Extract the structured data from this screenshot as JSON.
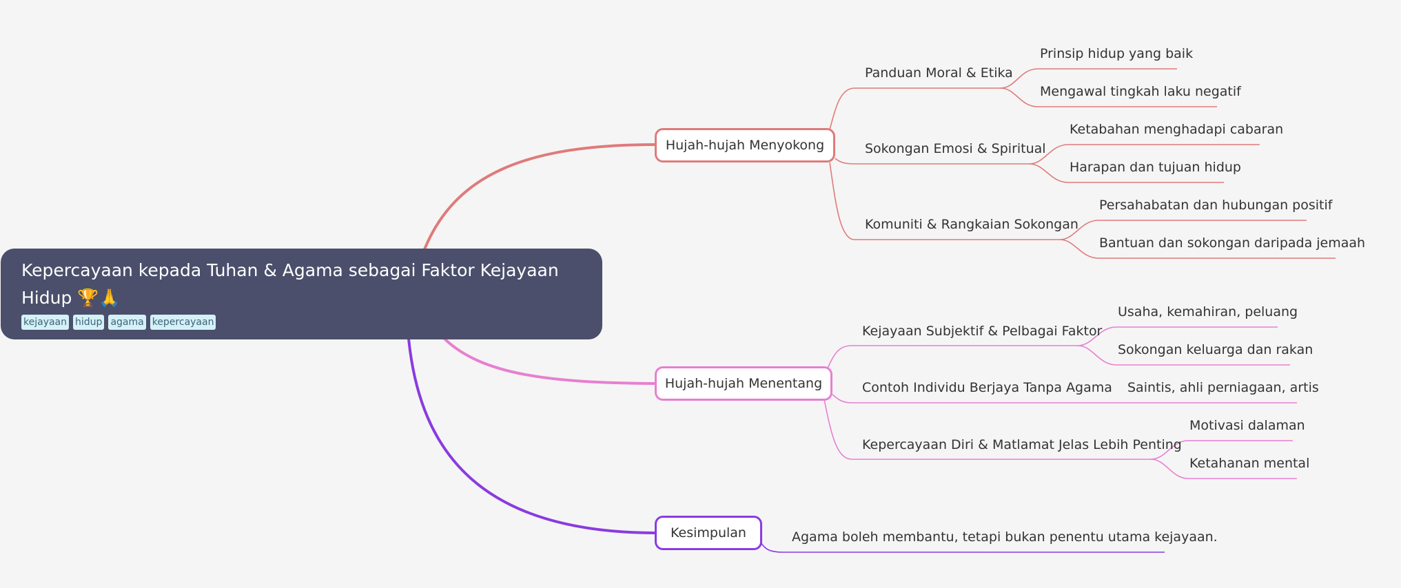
{
  "root": {
    "title": "Kepercayaan kepada Tuhan & Agama sebagai Faktor Kejayaan Hidup",
    "emoji": "🏆🙏",
    "tags": [
      "kejayaan",
      "hidup",
      "agama",
      "kepercayaan"
    ]
  },
  "colors": {
    "root": "#4b4f6b",
    "branch_support": "#e07a7a",
    "branch_against": "#e77fd0",
    "branch_conclusion": "#8a3be0"
  },
  "branches": [
    {
      "label": "Hujah-hujah Menyokong",
      "topics": [
        {
          "label": "Panduan Moral & Etika",
          "leaves": [
            "Prinsip hidup yang baik",
            "Mengawal tingkah laku negatif"
          ]
        },
        {
          "label": "Sokongan Emosi & Spiritual",
          "leaves": [
            "Ketabahan menghadapi cabaran",
            "Harapan dan tujuan hidup"
          ]
        },
        {
          "label": "Komuniti & Rangkaian Sokongan",
          "leaves": [
            "Persahabatan dan hubungan positif",
            "Bantuan dan sokongan daripada jemaah"
          ]
        }
      ]
    },
    {
      "label": "Hujah-hujah Menentang",
      "topics": [
        {
          "label": "Kejayaan Subjektif & Pelbagai Faktor",
          "leaves": [
            "Usaha, kemahiran, peluang",
            "Sokongan keluarga dan rakan"
          ]
        },
        {
          "label": "Contoh Individu Berjaya Tanpa Agama",
          "leaves": [
            "Saintis, ahli perniagaan, artis"
          ]
        },
        {
          "label": "Kepercayaan Diri & Matlamat Jelas Lebih Penting",
          "leaves": [
            "Motivasi dalaman",
            "Ketahanan mental"
          ]
        }
      ]
    },
    {
      "label": "Kesimpulan",
      "topics": [
        {
          "label": "Agama boleh membantu, tetapi bukan penentu utama kejayaan.",
          "leaves": []
        }
      ]
    }
  ]
}
